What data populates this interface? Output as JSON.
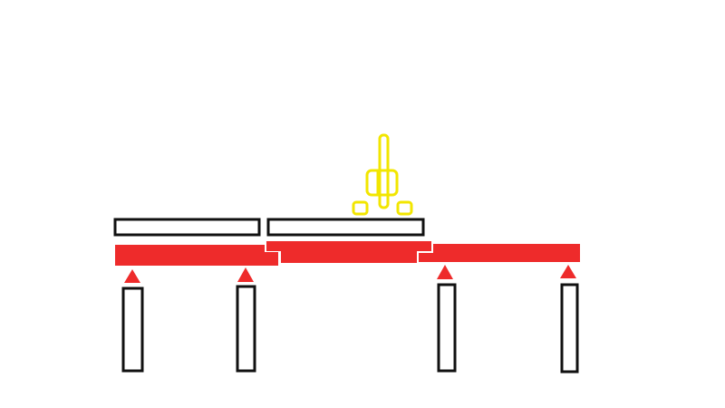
{
  "colors": {
    "background": "#ffffff",
    "girder_fill": "#ffffff",
    "girder_stroke": "#111111",
    "deck": "#ee2b2b",
    "bearing": "#ee2b2b",
    "pier_fill": "#ffffff",
    "pier_stroke": "#111111",
    "pier_shadow": "#b00000",
    "crane": "#f2e600"
  },
  "diagram": {
    "girders": [
      {
        "name": "girder-left"
      },
      {
        "name": "girder-middle"
      }
    ],
    "deck_segments": [
      {
        "name": "deck-segment-left"
      },
      {
        "name": "deck-segment-middle"
      },
      {
        "name": "deck-segment-right"
      }
    ],
    "piers": [
      {
        "name": "pier-1"
      },
      {
        "name": "pier-2"
      },
      {
        "name": "pier-3"
      },
      {
        "name": "pier-4"
      }
    ],
    "bearings": [
      {
        "name": "bearing-1"
      },
      {
        "name": "bearing-2"
      },
      {
        "name": "bearing-3"
      },
      {
        "name": "bearing-4"
      }
    ],
    "crane": {
      "name": "crane-machine"
    }
  }
}
